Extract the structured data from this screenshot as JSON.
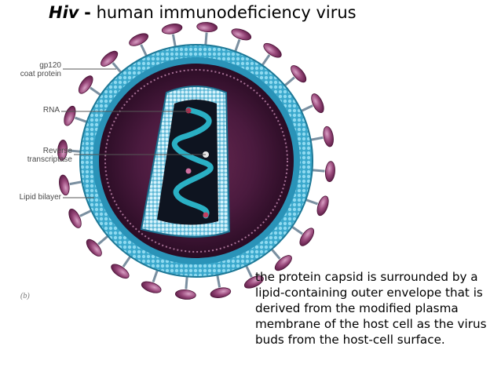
{
  "title": {
    "abbreviation": "Hiv",
    "separator": "-",
    "full_name": "human immunodeficiency virus"
  },
  "labels": {
    "gp120_line1": "gp120",
    "gp120_line2": "coat protein",
    "rna": "RNA",
    "rt_line1": "Reverse",
    "rt_line2": "transcriptase",
    "lipid": "Lipid bilayer"
  },
  "panel_tag": "(b)",
  "caption": "the protein capsid is surrounded by a lipid-containing outer envelope that is derived from the modified plasma membrane of the host cell as the virus buds from the host-cell surface.",
  "colors": {
    "membrane": "#2fa3c6",
    "interior": "#3a1230",
    "spike": "#8a3a6a",
    "capsid": "#6ec6e0",
    "rna": "#1e9fb3"
  }
}
